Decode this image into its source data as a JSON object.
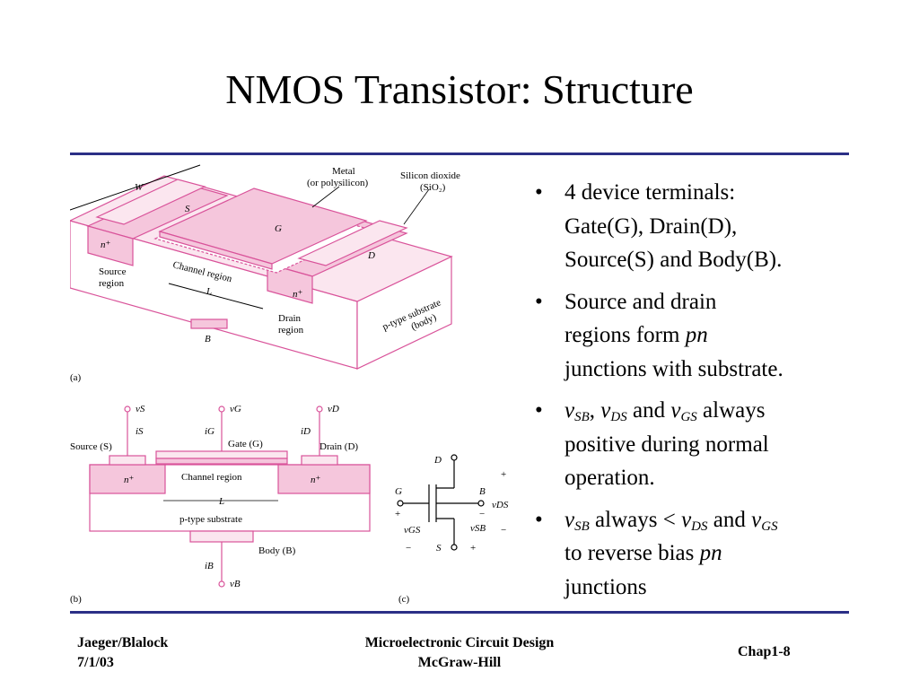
{
  "title": "NMOS Transistor: Structure",
  "figure": {
    "a": {
      "tag": "(a)",
      "W": "W",
      "S": "S",
      "G": "G",
      "D": "D",
      "L": "L",
      "B": "B",
      "metal1": "Metal",
      "metal2": "(or polysilicon)",
      "oxide1": "Silicon dioxide",
      "oxide2": "(SiO₂)",
      "nplus": "n⁺",
      "source1": "Source",
      "source2": "region",
      "channel": "Channel region",
      "drain1": "Drain",
      "drain2": "region",
      "sub1": "p-type substrate",
      "sub2": "(body)"
    },
    "b": {
      "tag": "(b)",
      "vS": "vS",
      "iS": "iS",
      "vG": "vG",
      "iG": "iG",
      "vD": "vD",
      "iD": "iD",
      "source": "Source (S)",
      "gate": "Gate (G)",
      "drain": "Drain (D)",
      "nplus": "n⁺",
      "channel": "Channel region",
      "L": "L",
      "substrate": "p-type substrate",
      "body": "Body (B)",
      "iB": "iB",
      "vB": "vB"
    },
    "c": {
      "tag": "(c)",
      "D": "D",
      "G": "G",
      "B": "B",
      "S": "S",
      "vDS": "vDS",
      "vGS": "vGS",
      "vSB": "vSB",
      "plus": "+",
      "minus": "−"
    }
  },
  "bullets": [
    {
      "l1": "4 device terminals:",
      "l2": "Gate(G), Drain(D),",
      "l3": "Source(S) and Body(B)."
    },
    {
      "l1": "Source and drain",
      "l2a": "regions form ",
      "l2i": "pn",
      "l3": "junctions with substrate."
    },
    {
      "v1": "v",
      "s1": "SB",
      "c1": ", ",
      "v2": "v",
      "s2": "DS",
      "and1": " and ",
      "v3": "v",
      "s3": "GS",
      "t1": " always",
      "l2": "positive during normal",
      "l3": "operation."
    },
    {
      "v1": "v",
      "s1": "SB",
      "t1": " always < ",
      "v2": "v",
      "s2": "DS",
      "and1": " and ",
      "v3": "v",
      "s3": "GS",
      "l2a": "to reverse bias ",
      "l2i": "pn",
      "l3": "junctions"
    }
  ],
  "footer": {
    "left1": "Jaeger/Blalock",
    "left2": "7/1/03",
    "center1": "Microelectronic Circuit Design",
    "center2": "McGraw-Hill",
    "right": "Chap1-8"
  },
  "colors": {
    "rule": "#2b2f86",
    "pink_line": "#d9539a",
    "pink_fill": "#f5c6dc",
    "light_fill": "#fbe6ef"
  }
}
